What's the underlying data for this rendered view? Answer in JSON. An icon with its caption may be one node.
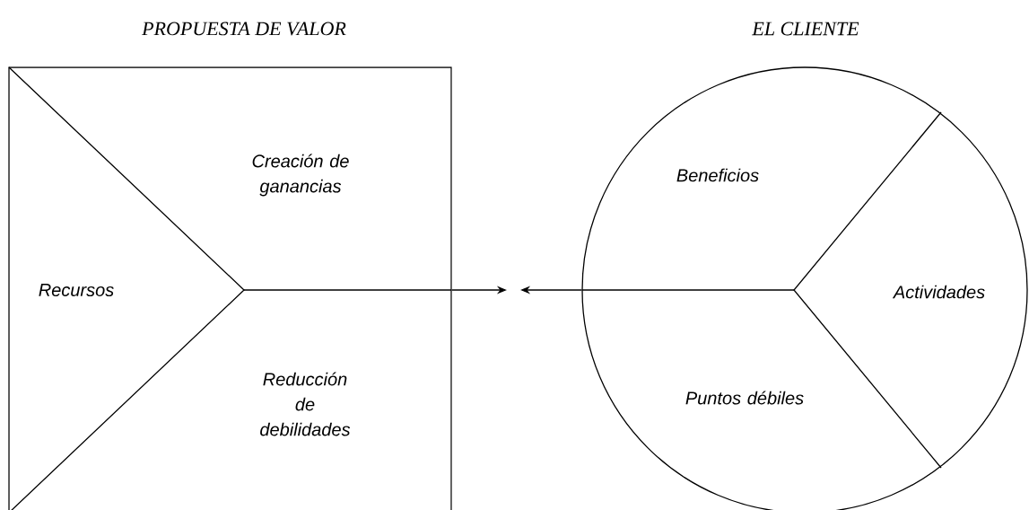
{
  "diagram": {
    "nodes": [
      {
        "text": [
          "PROPUESTA DE VALOR"
        ]
      },
      {
        "text": [
          "Recursos"
        ],
        "in": 0
      },
      {
        "text": [
          "Creación de ganancias"
        ],
        "in": 0
      },
      {
        "text": [
          "Reducción de debilidades"
        ],
        "in": 0
      },
      {
        "text": [
          "EL CLIENTE"
        ]
      },
      {
        "text": [
          "Beneficios"
        ],
        "in": 4
      },
      {
        "text": [
          "Actividades"
        ],
        "in": 4
      },
      {
        "text": [
          "Puntos débiles"
        ],
        "in": 4
      }
    ],
    "edges": [
      {
        "from": 0,
        "to": null,
        "arrow": "to"
      },
      {
        "from": 4,
        "to": null,
        "arrow": "to"
      }
    ]
  }
}
